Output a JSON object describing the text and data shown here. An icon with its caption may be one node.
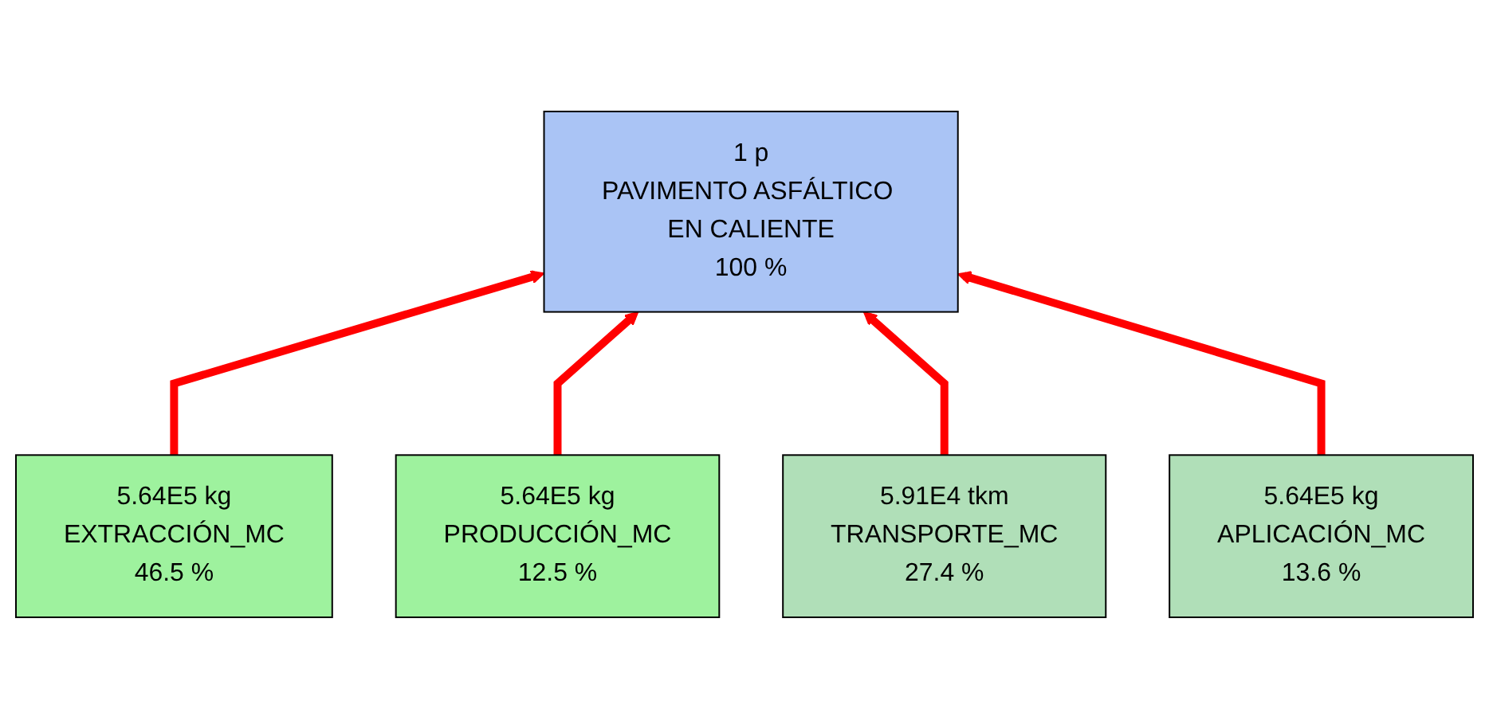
{
  "diagram": {
    "nodes": [
      {
        "text": [
          "1 p",
          "PAVIMENTO ASFÁLTICO EN CALIENTE",
          "100 %"
        ]
      },
      {
        "text": [
          "5.64E5 kg",
          "EXTRACCIÓN_MC",
          "46.5 %"
        ]
      },
      {
        "text": [
          "5.64E5 kg",
          "PRODUCCIÓN_MC",
          "12.5 %"
        ]
      },
      {
        "text": [
          "5.91E4 tkm",
          "TRANSPORTE_MC",
          "27.4 %"
        ]
      },
      {
        "text": [
          "5.64E5 kg",
          "APLICACIÓN_MC",
          "13.6 %"
        ]
      }
    ],
    "edges": [
      {
        "from": 1,
        "to": 0,
        "arrow": "to"
      },
      {
        "from": 2,
        "to": 0,
        "arrow": "to"
      },
      {
        "from": 3,
        "to": 0,
        "arrow": "to"
      },
      {
        "from": 4,
        "to": 0,
        "arrow": "to"
      }
    ]
  }
}
